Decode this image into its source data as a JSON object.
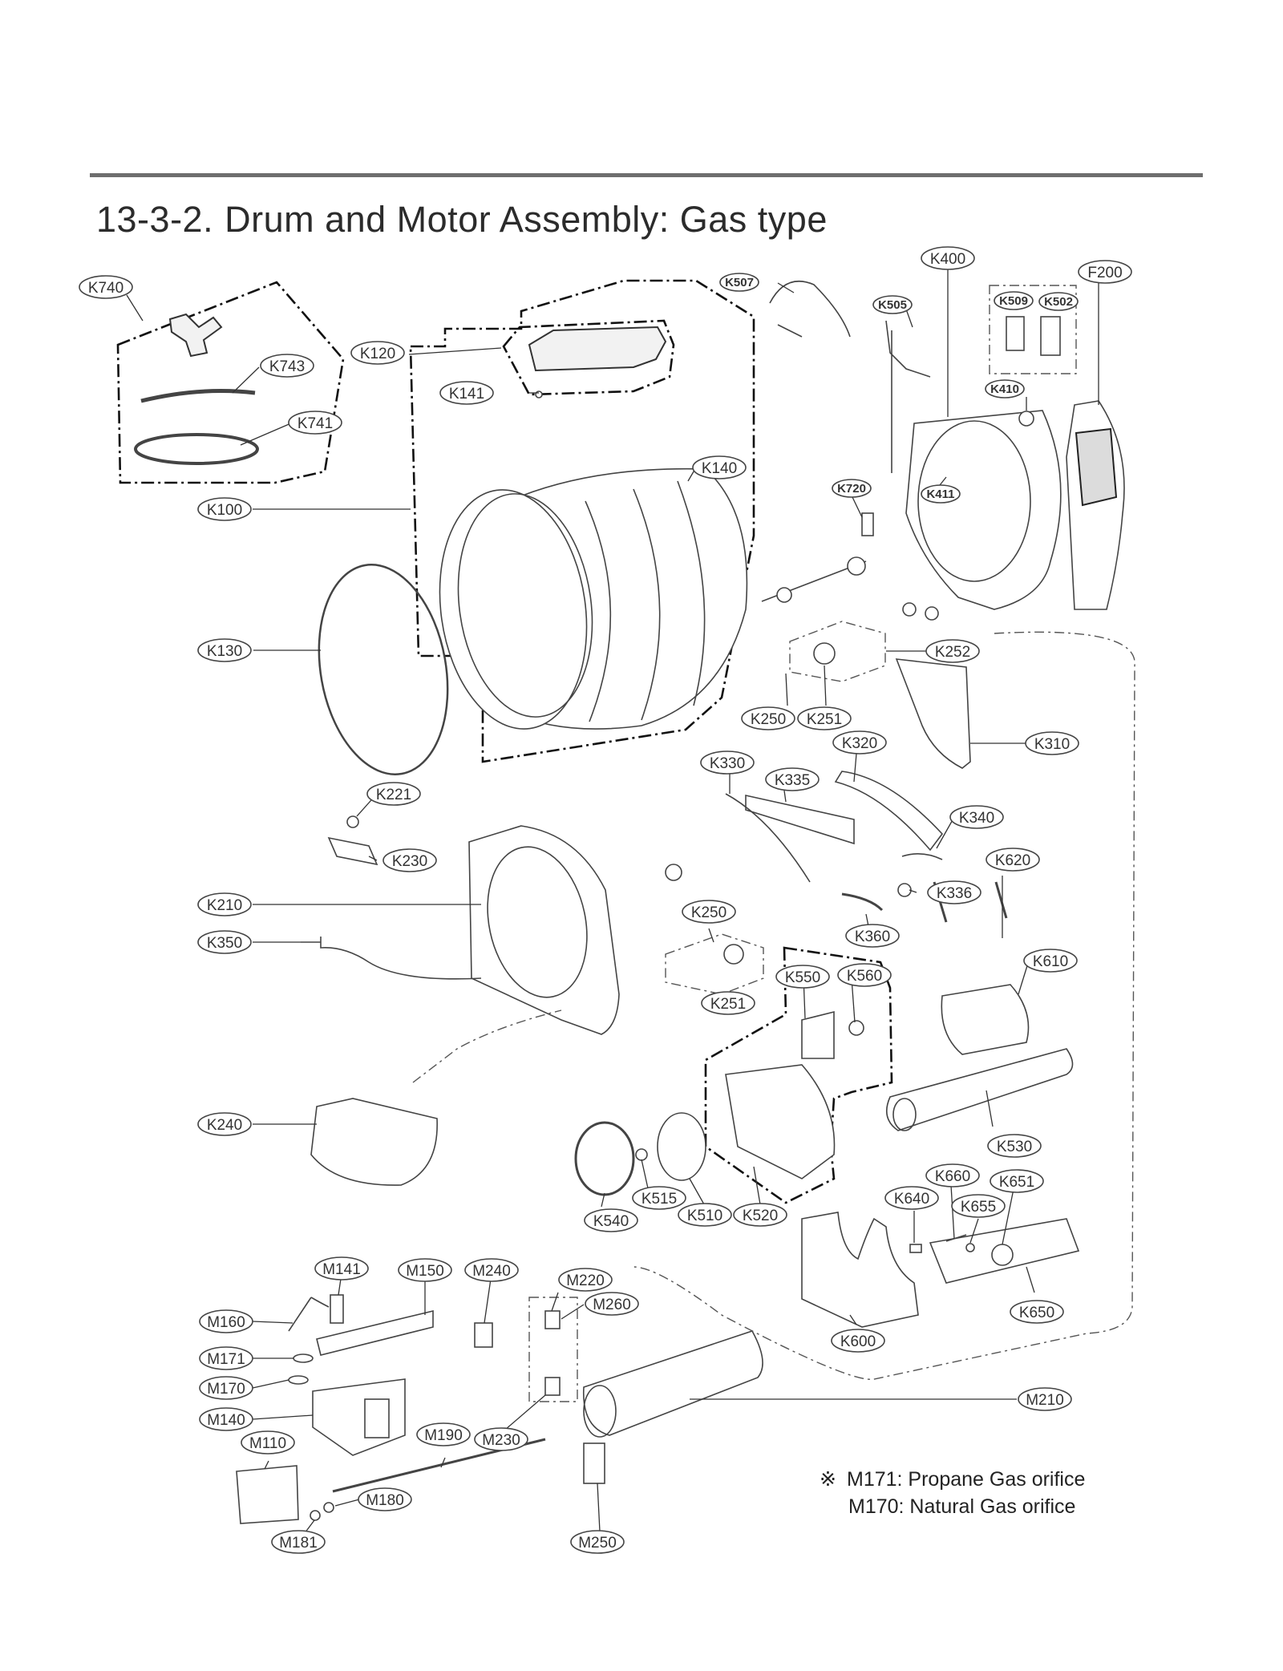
{
  "header": {
    "section_number": "13-3-2.",
    "section_title": "Drum and Motor Assembly: Gas type"
  },
  "note": {
    "symbol": "※",
    "line1": "M171: Propane Gas orifice",
    "line2": "M170: Natural Gas orifice"
  },
  "parts": [
    {
      "id": "K740",
      "label": "K740"
    },
    {
      "id": "K743",
      "label": "K743"
    },
    {
      "id": "K741",
      "label": "K741"
    },
    {
      "id": "K120",
      "label": "K120"
    },
    {
      "id": "K141",
      "label": "K141"
    },
    {
      "id": "K140",
      "label": "K140"
    },
    {
      "id": "K100",
      "label": "K100"
    },
    {
      "id": "K130",
      "label": "K130"
    },
    {
      "id": "K507",
      "label": "K507"
    },
    {
      "id": "K505",
      "label": "K505"
    },
    {
      "id": "K400",
      "label": "K400"
    },
    {
      "id": "K509",
      "label": "K509"
    },
    {
      "id": "K502",
      "label": "K502"
    },
    {
      "id": "F200",
      "label": "F200"
    },
    {
      "id": "K410",
      "label": "K410"
    },
    {
      "id": "K720",
      "label": "K720"
    },
    {
      "id": "K411",
      "label": "K411"
    },
    {
      "id": "K252",
      "label": "K252"
    },
    {
      "id": "K250a",
      "label": "K250"
    },
    {
      "id": "K251a",
      "label": "K251"
    },
    {
      "id": "K310",
      "label": "K310"
    },
    {
      "id": "K320",
      "label": "K320"
    },
    {
      "id": "K330",
      "label": "K330"
    },
    {
      "id": "K335",
      "label": "K335"
    },
    {
      "id": "K340",
      "label": "K340"
    },
    {
      "id": "K221",
      "label": "K221"
    },
    {
      "id": "K230",
      "label": "K230"
    },
    {
      "id": "K210",
      "label": "K210"
    },
    {
      "id": "K350",
      "label": "K350"
    },
    {
      "id": "K250b",
      "label": "K250"
    },
    {
      "id": "K251b",
      "label": "K251"
    },
    {
      "id": "K336",
      "label": "K336"
    },
    {
      "id": "K620",
      "label": "K620"
    },
    {
      "id": "K360",
      "label": "K360"
    },
    {
      "id": "K550",
      "label": "K550"
    },
    {
      "id": "K560",
      "label": "K560"
    },
    {
      "id": "K610",
      "label": "K610"
    },
    {
      "id": "K240",
      "label": "K240"
    },
    {
      "id": "K530",
      "label": "K530"
    },
    {
      "id": "K515",
      "label": "K515"
    },
    {
      "id": "K510",
      "label": "K510"
    },
    {
      "id": "K520",
      "label": "K520"
    },
    {
      "id": "K540",
      "label": "K540"
    },
    {
      "id": "K660",
      "label": "K660"
    },
    {
      "id": "K651",
      "label": "K651"
    },
    {
      "id": "K640",
      "label": "K640"
    },
    {
      "id": "K655",
      "label": "K655"
    },
    {
      "id": "K650",
      "label": "K650"
    },
    {
      "id": "K600",
      "label": "K600"
    },
    {
      "id": "M141",
      "label": "M141"
    },
    {
      "id": "M150",
      "label": "M150"
    },
    {
      "id": "M240",
      "label": "M240"
    },
    {
      "id": "M220",
      "label": "M220"
    },
    {
      "id": "M260",
      "label": "M260"
    },
    {
      "id": "M160",
      "label": "M160"
    },
    {
      "id": "M171",
      "label": "M171"
    },
    {
      "id": "M170",
      "label": "M170"
    },
    {
      "id": "M140",
      "label": "M140"
    },
    {
      "id": "M110",
      "label": "M110"
    },
    {
      "id": "M190",
      "label": "M190"
    },
    {
      "id": "M180",
      "label": "M180"
    },
    {
      "id": "M181",
      "label": "M181"
    },
    {
      "id": "M230",
      "label": "M230"
    },
    {
      "id": "M250",
      "label": "M250"
    },
    {
      "id": "M210",
      "label": "M210"
    }
  ]
}
